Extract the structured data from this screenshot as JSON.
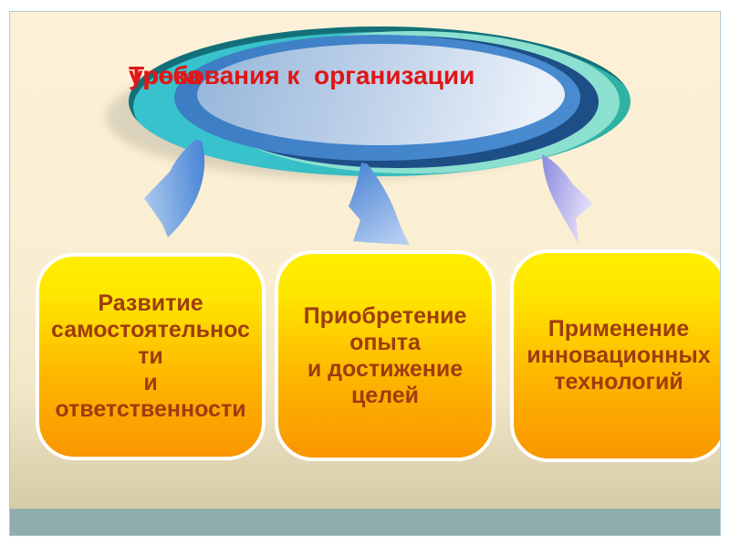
{
  "slide": {
    "title": {
      "line1": "Требования к  организации",
      "line2": "урока"
    },
    "boxes": [
      {
        "id": "development-independence",
        "lines": [
          "Развитие",
          "самостоятельнос",
          "ти",
          "и",
          "ответственности"
        ]
      },
      {
        "id": "experience-goals",
        "lines": [
          "Приобретение",
          "опыта",
          "и достижение",
          "целей"
        ]
      },
      {
        "id": "innovative-technologies",
        "lines": [
          "Применение",
          "инновационных",
          "технологий"
        ]
      }
    ],
    "icons": {
      "arrow_left": "curved-down-left-arrow",
      "arrow_middle": "curved-down-arrow",
      "arrow_right": "curved-down-right-arrow"
    },
    "colors": {
      "slide_background": "#faeed2",
      "bottom_band_tan": "#d5cca6",
      "bottom_band_teal": "#8fadad",
      "title_text": "#e01616",
      "box_text": "#9e3c0e",
      "box_gradient_top": "#ffee00",
      "box_gradient_bottom": "#fa9600",
      "ellipse_outer_teal": "#2fb2a4",
      "ellipse_mint": "#8ce0d0",
      "ellipse_navy": "#1d4e86",
      "ellipse_blue": "#4384ca",
      "arrow_blue": "#4f87d6",
      "arrow_purple": "#8a8ade"
    }
  }
}
